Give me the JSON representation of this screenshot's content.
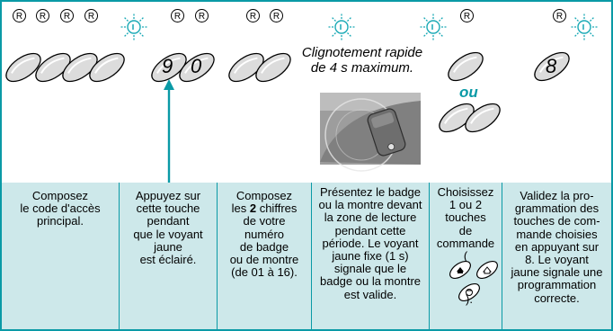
{
  "leds": {
    "r": "R"
  },
  "keys": {
    "nine": "9",
    "zero": "0",
    "eight": "8"
  },
  "note": {
    "line1": "Clignotement rapide",
    "line2": "de 4 s maximum."
  },
  "or_label": "ou",
  "steps": [
    {
      "text": "Composez\nle code d'accès\nprincipal."
    },
    {
      "text": "Appuyez sur\ncette touche\npendant\nque le voyant\njaune\nest éclairé."
    },
    {
      "pre": "Composez\nles ",
      "bold": "2",
      "post": " chiffres\nde votre\nnuméro\nde badge\nou de montre\n(de 01 à 16)."
    },
    {
      "text": "Présentez le badge\nou la montre devant\nla zone de lecture\npendant cette\npériode. Le voyant\njaune fixe (1 s)\nsignale que le\nbadge ou la montre\nest valide."
    },
    {
      "pre": "Choisissez\n1 ou 2\ntouches\nde\ncommande\n(",
      "post": ")."
    },
    {
      "text": "Validez la pro-\ngrammation des\ntouches de com-\nmande choisies\nen appuyant sur\n8. Le voyant\njaune signale une\nprogrammation\ncorrecte."
    }
  ],
  "colors": {
    "accent": "#0a9aa6",
    "panel": "#cde8ea",
    "led_glow": "#19a9b5"
  }
}
